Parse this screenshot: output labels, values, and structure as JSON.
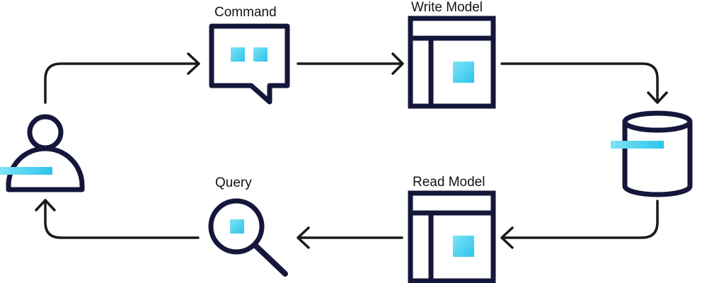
{
  "labels": {
    "command": "Command",
    "write_model": "Write Model",
    "query": "Query",
    "read_model": "Read Model"
  },
  "colors": {
    "ink": "#14163a",
    "arrow": "#1a1a1a",
    "accent_light": "#7fe3f5",
    "accent_dark": "#2cc4ec",
    "background": "#ffffff"
  },
  "icons": {
    "user": "user-icon",
    "command": "speech-bubble-icon",
    "write_model": "table-layout-icon",
    "database": "database-icon",
    "read_model": "table-layout-icon",
    "query": "magnifier-icon"
  }
}
